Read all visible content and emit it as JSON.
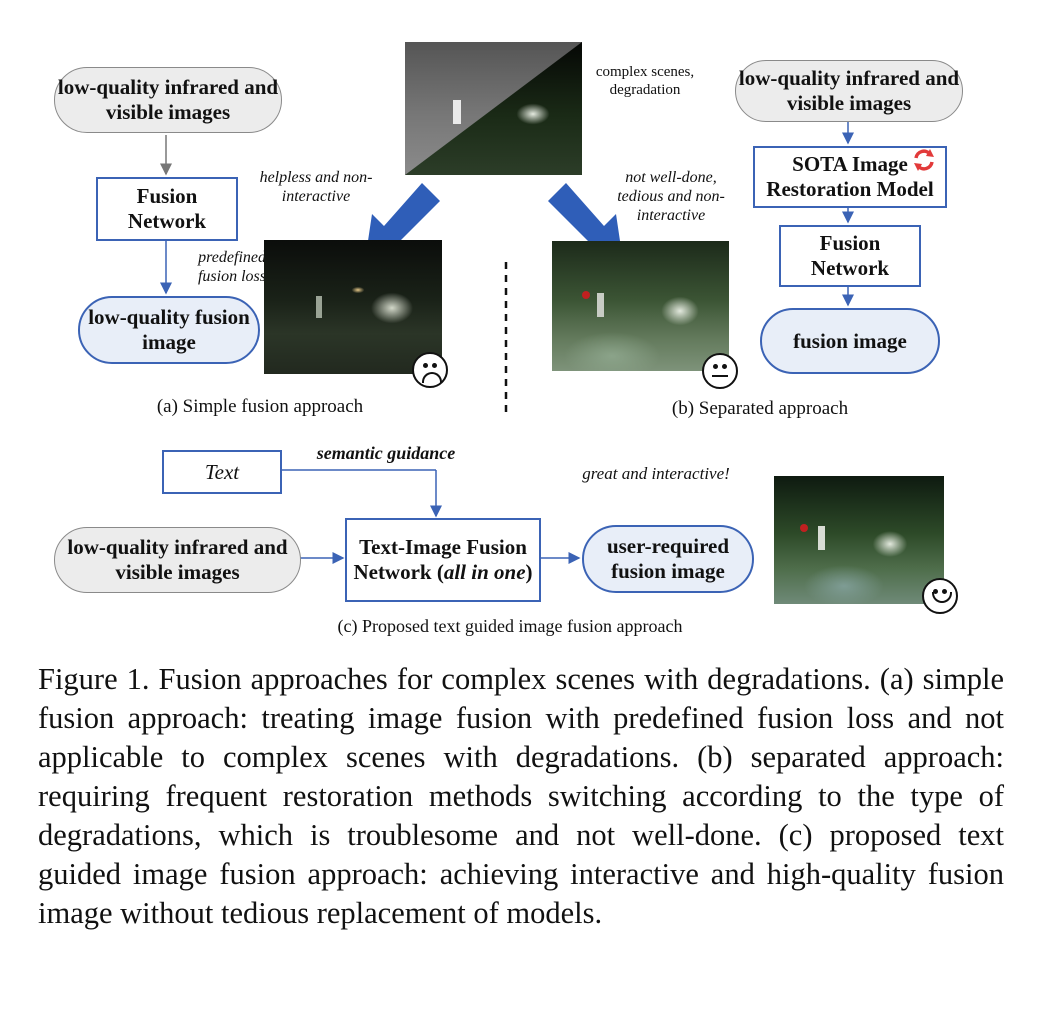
{
  "panel_a": {
    "input_label": "low-quality infrared and visible images",
    "network_label": "Fusion Network",
    "loss_label": "predefined fusion loss",
    "output_label": "low-quality fusion image",
    "remark": "helpless and non-interactive",
    "caption": "(a) Simple fusion approach"
  },
  "top_image_label": "complex scenes, degradation",
  "panel_b": {
    "input_label": "low-quality infrared and visible images",
    "restoration_label": "SOTA Image Restoration Model",
    "network_label": "Fusion Network",
    "output_label": "fusion image",
    "remark": "not well-done, tedious and non-interactive",
    "caption": "(b) Separated approach"
  },
  "panel_c": {
    "text_label": "Text",
    "guidance_label": "semantic guidance",
    "input_label": "low-quality infrared and visible images",
    "network_label_main": "Text-Image Fusion Network (",
    "network_label_em": "all in one",
    "network_label_end": ")",
    "output_label": "user-required fusion image",
    "remark": "great and interactive!",
    "caption": "(c) Proposed text guided image fusion approach"
  },
  "figure_caption": "Figure 1.  Fusion approaches for complex scenes with degradations.  (a) simple fusion approach:  treating image fusion with predefined fusion loss and not applicable to complex scenes with degradations. (b) separated approach: requiring frequent restoration methods switching according to the type of degradations, which is troublesome and not well-done. (c) proposed text guided image fusion approach: achieving interactive and high-quality fusion image without tedious replacement of models.",
  "colors": {
    "accent_blue": "#3b63b5",
    "arrow_blue": "#2f5eb8",
    "pill_grey": "#ececec"
  },
  "icons": [
    "sad-face-icon",
    "neutral-face-icon",
    "happy-face-icon",
    "refresh-icon"
  ]
}
